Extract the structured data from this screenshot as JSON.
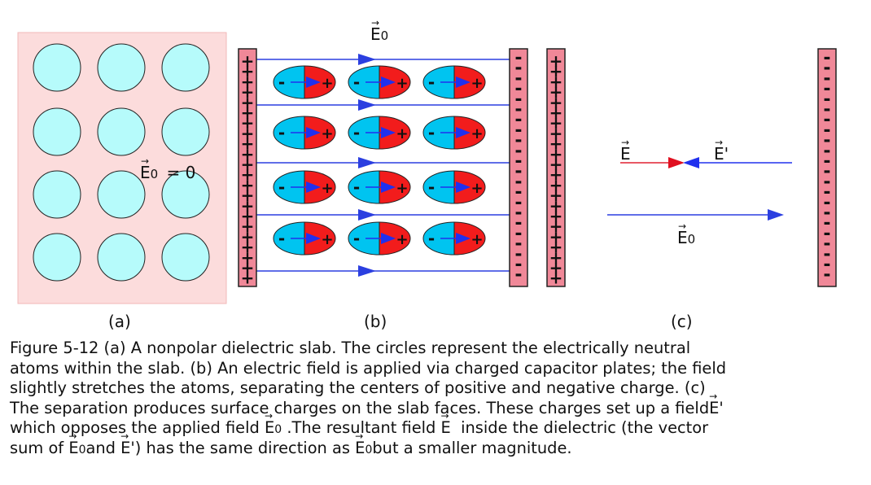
{
  "colors": {
    "slab_fill": "#fcdcdc",
    "atom_fill": "#b6fbfb",
    "plate_fill": "#f08898",
    "field_line": "#2b3fe0",
    "negative_half": "#00c4f0",
    "positive_half": "#f21c1c",
    "e_prime_arrow": "#2030ee"
  },
  "panels": {
    "a": {
      "label": "(a)",
      "field_name": "E",
      "field_sub": "0",
      "field_eq": "= 0"
    },
    "b": {
      "label": "(b)",
      "field_name": "E",
      "field_sub": "0"
    },
    "c": {
      "label": "(c)",
      "e_name": "E",
      "eprime_name": "E'",
      "e0_name": "E",
      "e0_sub": "0"
    }
  },
  "signs": {
    "plus": "+",
    "minus": "-"
  },
  "caption": {
    "l1": "Figure 5-12 (a) A nonpolar dielectric slab. The circles represent the electrically neutral",
    "l2": "atoms within the slab. (b) An electric field is applied via charged capacitor plates; the field",
    "l3": "slightly stretches the atoms, separating the centers of positive and negative charge. (c)",
    "l4": "The separation produces surface charges on the slab faces. These charges set up a field",
    "l4_vec": "E'",
    "l5_a": "which opposes the applied field",
    "l5_vec1": "E",
    "l5_vec1_sub": "0",
    "l5_b": " .The resultant field ",
    "l5_vec2": "E",
    "l5_c": "  inside the dielectric (the vector",
    "l6_a": "sum of ",
    "l6_vec1": "E",
    "l6_vec1_sub": "0",
    "l6_b": "and ",
    "l6_vec2": "E'",
    "l6_c": ") has the same direction as ",
    "l6_vec3": "E",
    "l6_vec3_sub": "0",
    "l6_d": "but a smaller magnitude."
  }
}
